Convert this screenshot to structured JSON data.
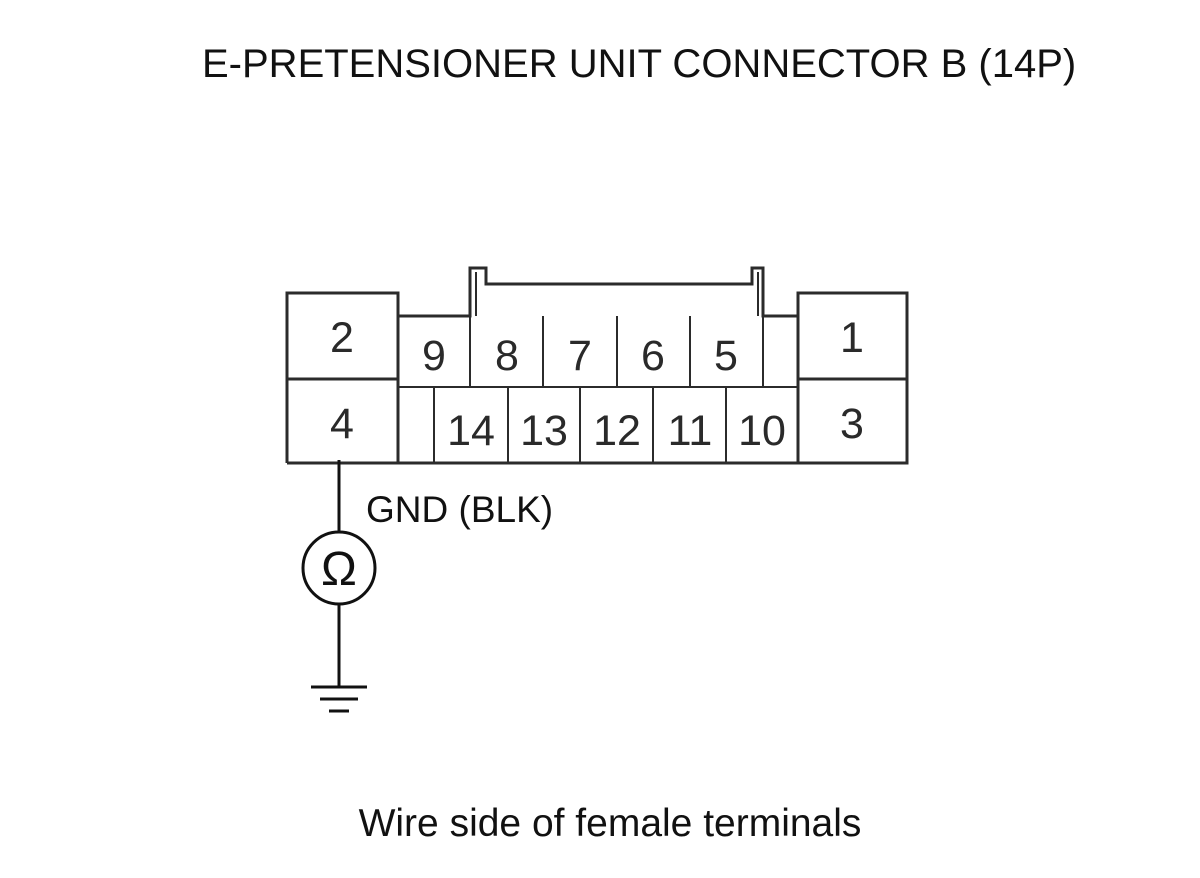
{
  "diagram": {
    "title": "E-PRETENSIONER UNIT CONNECTOR B (14P)",
    "caption": "Wire side of female terminals",
    "wire_label": "GND (BLK)",
    "meter_symbol": "Ω",
    "terminals": {
      "t1": "1",
      "t2": "2",
      "t3": "3",
      "t4": "4",
      "t5": "5",
      "t6": "6",
      "t7": "7",
      "t8": "8",
      "t9": "9",
      "t10": "10",
      "t11": "11",
      "t12": "12",
      "t13": "13",
      "t14": "14"
    },
    "colors": {
      "line": "#2b2b2b",
      "background": "#ffffff"
    }
  }
}
